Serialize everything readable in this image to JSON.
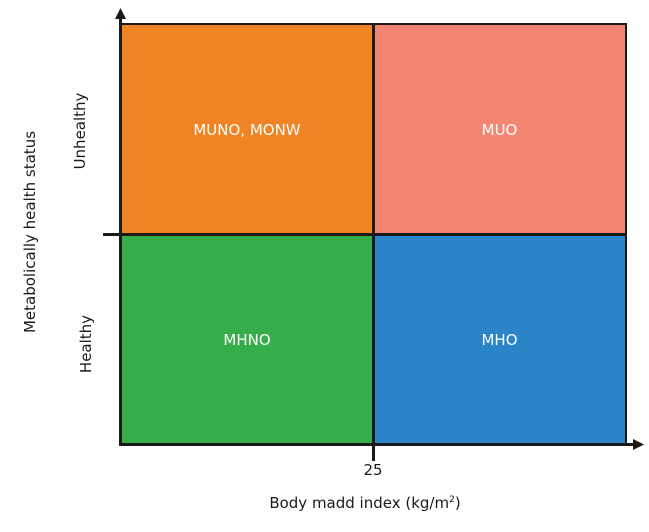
{
  "quadrants": {
    "top_left": {
      "label": "MUNO, MONW",
      "color": "#f08424"
    },
    "top_right": {
      "label": "MUO",
      "color": "#f28672"
    },
    "bottom_left": {
      "label": "MHNO",
      "color": "#36ad4a"
    },
    "bottom_right": {
      "label": "MHO",
      "color": "#2a84c7"
    }
  },
  "y_axis": {
    "title": "Metabolically health status",
    "top_label": "Unhealthy",
    "bottom_label": "Healthy"
  },
  "x_axis": {
    "tick": "25",
    "title_main": "Body madd index (kg/m",
    "title_sup": "2",
    "title_end": ")"
  }
}
